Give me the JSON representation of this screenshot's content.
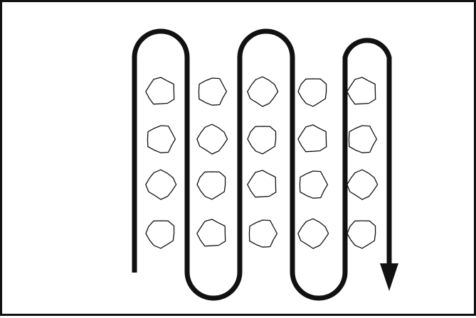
{
  "diagram": {
    "path": {
      "kind": "serpentine",
      "legs": 6,
      "start": "bottom-left",
      "end": "bottom-right",
      "arrow": "down-icon"
    },
    "objects": {
      "kind": "rock",
      "columns": 5,
      "rows": 4
    },
    "colors": {
      "stroke": "#111111",
      "background": "#ffffff"
    }
  }
}
